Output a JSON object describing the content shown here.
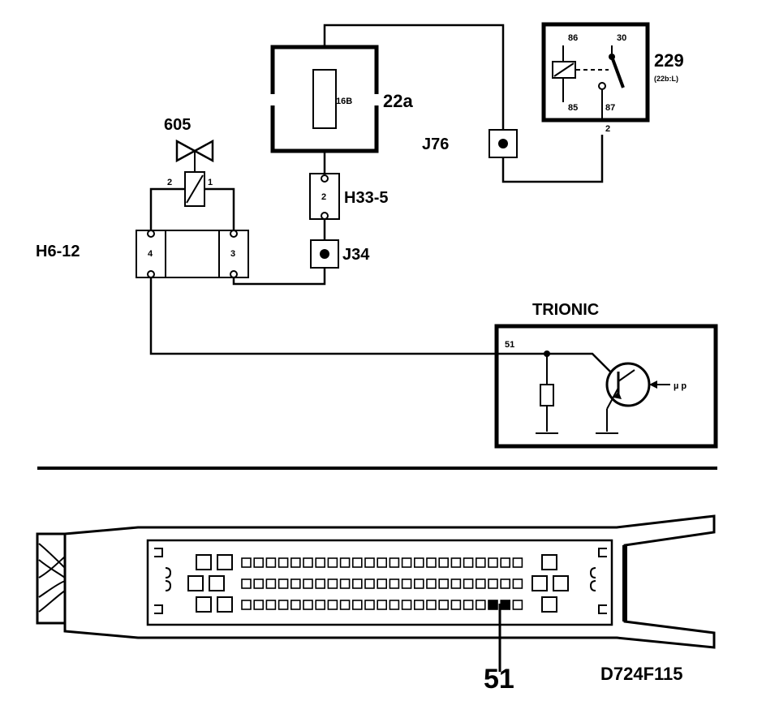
{
  "labels": {
    "valve": "605",
    "fuse_box": "22a",
    "fuse_value": "16B",
    "relay": "229",
    "relay_sub": "(22b:L)",
    "relay_pin_86": "86",
    "relay_pin_30": "30",
    "relay_pin_85": "85",
    "relay_pin_87": "87",
    "relay_out_pin": "2",
    "j76": "J76",
    "h33": "H33-5",
    "h33_pin": "2",
    "j34": "J34",
    "h6": "H6-12",
    "h6_pin_left": "4",
    "h6_pin_right": "3",
    "valve_pin_left": "2",
    "valve_pin_right": "1",
    "ecu": "TRIONIC",
    "ecu_pin": "51",
    "mu_p": "µ p",
    "connector_pin": "51",
    "figure_code": "D724F115"
  },
  "colors": {
    "ink": "#000000",
    "background": "#ffffff"
  }
}
